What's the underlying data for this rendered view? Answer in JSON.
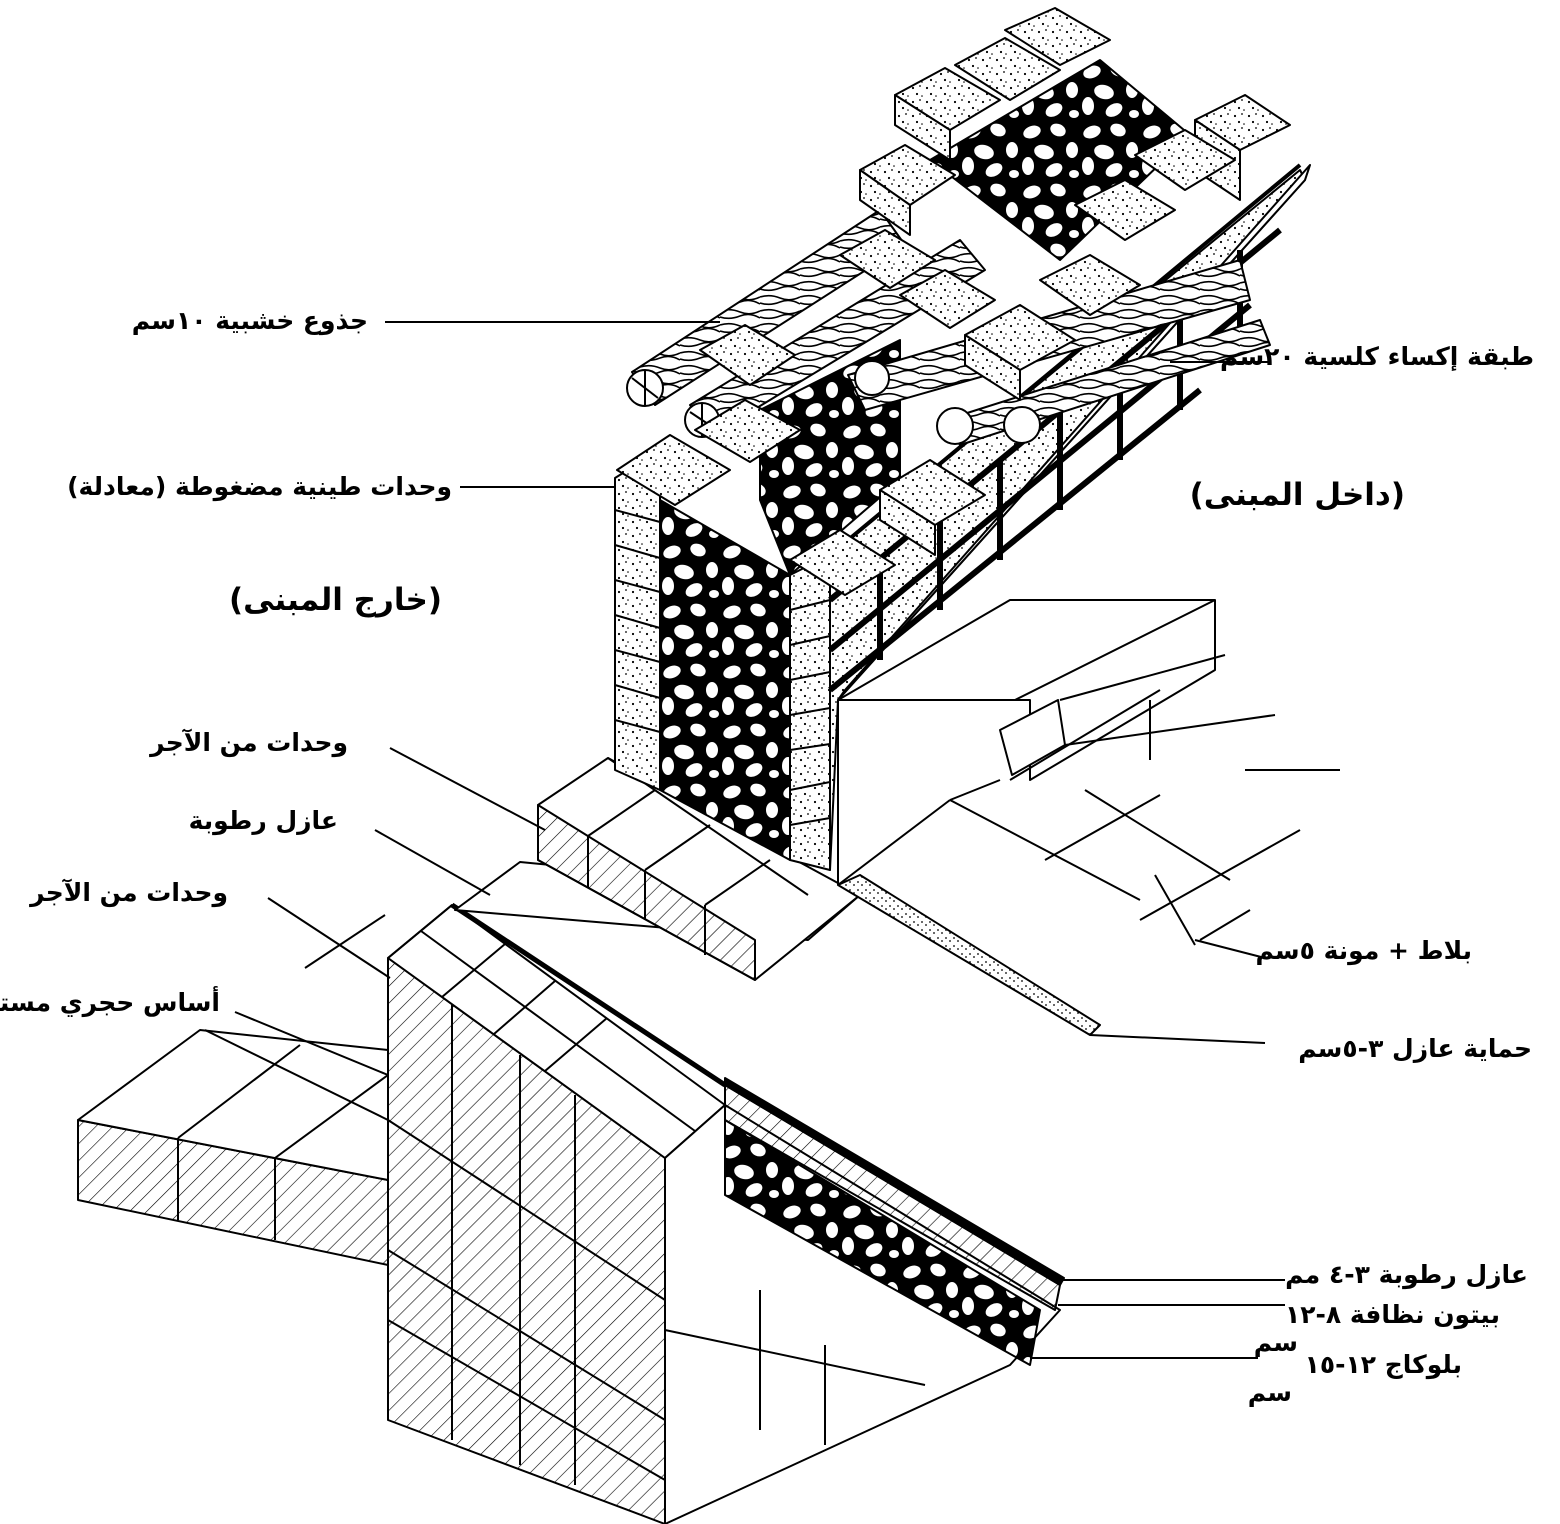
{
  "diagram": {
    "title": "",
    "regions": {
      "outside": "(خارج المبنى)",
      "inside": "(داخل المبنى)"
    },
    "labels": {
      "wooden_logs": "جذوع خشبية ١٠سم",
      "lime_plaster": "طبقة إكساء كلسية ٢٠سم",
      "compressed_earth_units": "وحدات طينية مضغوطة (معادلة)",
      "brick_units_upper": "وحدات من الآجر",
      "damp_proofing": "عازل رطوبة",
      "brick_units_lower": "وحدات من الآجر",
      "continuous_stone_foundation": "أساس حجري مستمر",
      "tiles_mortar": "بلاط + مونة ٥سم",
      "insulation_protection": "حماية عازل ٣-٥سم",
      "damp_proofing_thickness": "عازل رطوبة ٣-٤ مم",
      "lean_concrete_line1": "بيتون نظافة ٨-١٢",
      "lean_concrete_line2": "سم",
      "blocking_line1": "بلوكاج ١٢-١٥",
      "blocking_line2": "سم"
    },
    "colors": {
      "ink": "#000000",
      "paper": "#ffffff",
      "stone_fill": "#000000"
    }
  }
}
